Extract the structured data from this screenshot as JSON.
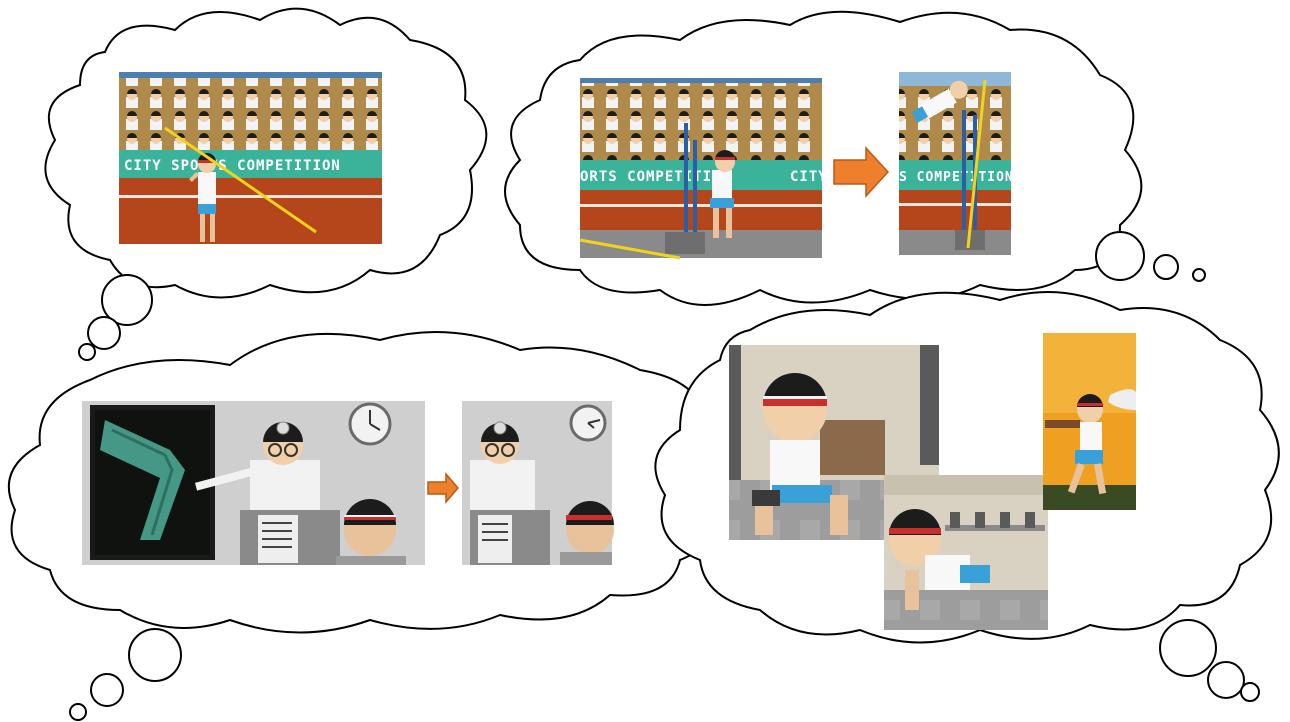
{
  "banners": {
    "javelin": "CITY SPORTS COMPETITION",
    "polevault_a_left": "ORTS COMPETITION",
    "polevault_a_right": "CITY",
    "polevault_b": "S COMPETITION"
  },
  "colors": {
    "stand": "#b08a4a",
    "banner": "#3ab39a",
    "track": "#b5451b",
    "arrow": "#ee7f2d",
    "headband": "#c9302c",
    "shorts": "#3aa0d8",
    "pole": "#f2d21b",
    "gym_wall": "#d9d2c2",
    "office_wall": "#cfcfcf",
    "xray_bg": "#101210",
    "xray_bone": "#4fb09a",
    "orange_sky": "#f0a020"
  },
  "icons": [
    "thought-bubble-icon",
    "arrow-right-icon",
    "clock-icon"
  ]
}
